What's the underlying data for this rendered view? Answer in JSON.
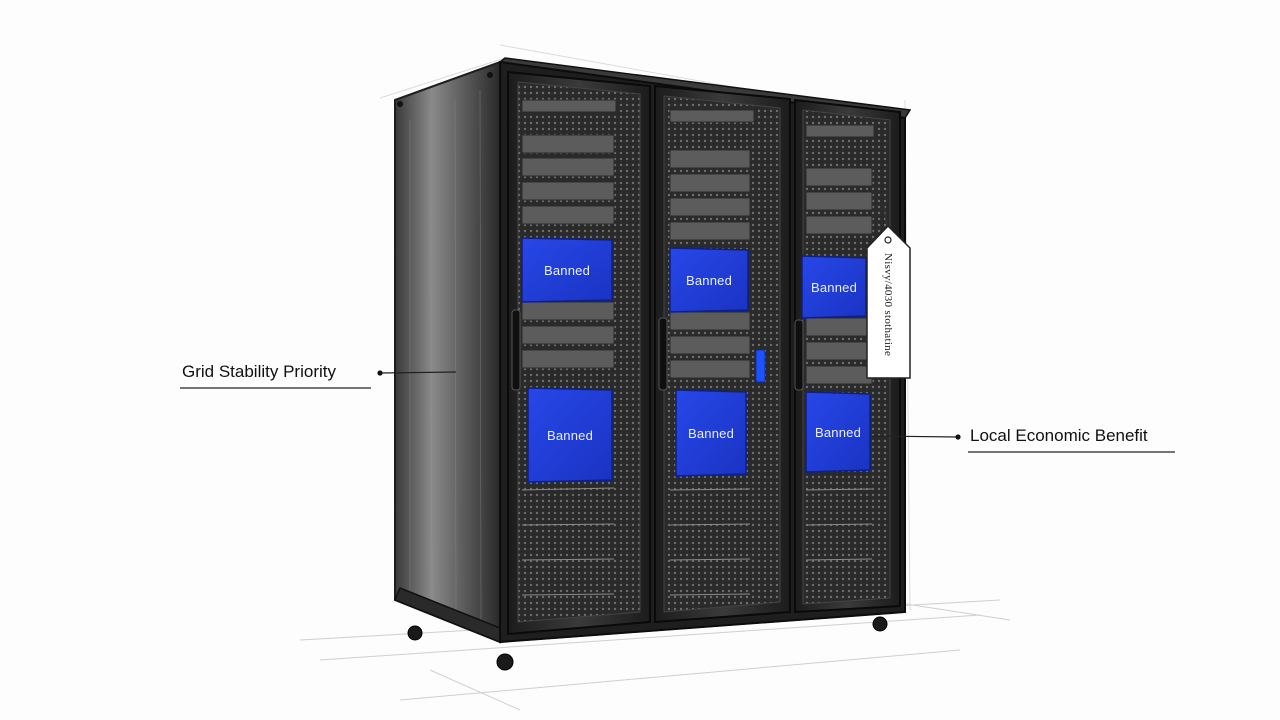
{
  "labels": {
    "grid_stability": "Grid Stability Priority",
    "local_economic": "Local Economic Benefit",
    "tag": "Nisvy/4030 stothatine"
  },
  "panels": [
    {
      "text": "Banned"
    },
    {
      "text": "Banned"
    },
    {
      "text": "Banned"
    },
    {
      "text": "Banned"
    },
    {
      "text": "Banned"
    },
    {
      "text": "Banned"
    }
  ],
  "colors": {
    "panel_blue": "#1f3fd8",
    "cabinet_dark": "#2c2c2c",
    "cabinet_side": "#5a5a5a"
  },
  "icons": {
    "tag": "price-tag-icon",
    "status_light": "status-light-icon"
  }
}
